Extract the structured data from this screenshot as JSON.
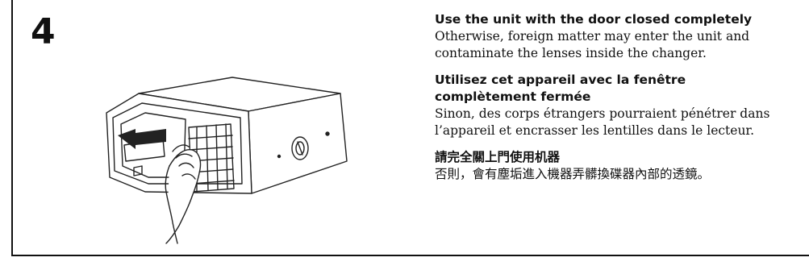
{
  "step": {
    "number": "4"
  },
  "english": {
    "heading": "Use the unit with the door closed completely",
    "body_line1": "Otherwise, foreign matter may enter the unit and",
    "body_line2": "contaminate the lenses inside the changer."
  },
  "french": {
    "heading_line1": "Utilisez cet appareil avec la fenêtre",
    "heading_line2": "complètement fermée",
    "body_line1": "Sinon, des corps étrangers pourraient pénétrer dans",
    "body_line2": "l’appareil et encrasser les lentilles dans le lecteur."
  },
  "chinese": {
    "heading": "請完全關上門使用机器",
    "body": "否則，會有塵垢進入機器弄髒換碟器內部的透鏡。"
  },
  "illustration": {
    "icon": "cd-changer-door-closing-illustration"
  }
}
